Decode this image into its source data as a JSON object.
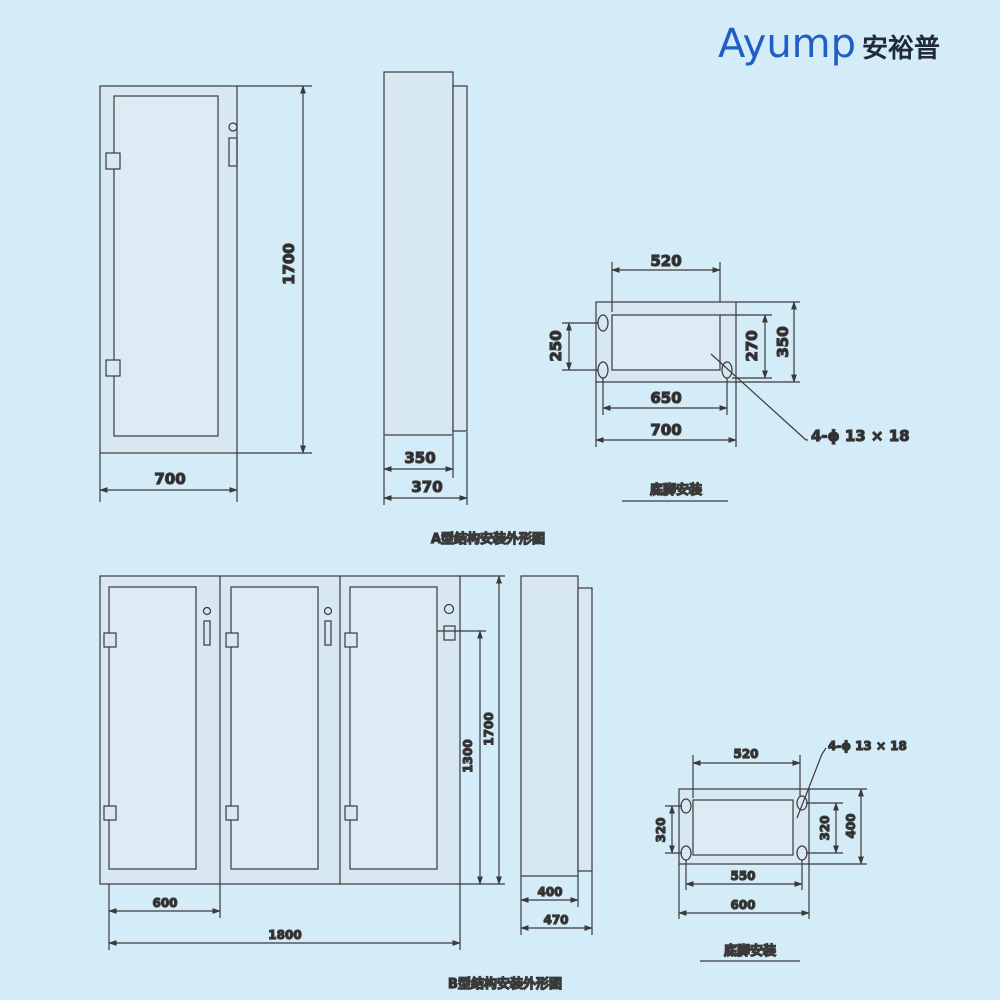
{
  "brand": {
    "latin": "Ayump",
    "cjk": "安裕普"
  },
  "colors": {
    "background": "#d4ecf8",
    "line": "#3a3a3a",
    "panel": "#d7e8f2",
    "logo_blue": "#1f5fc4"
  },
  "type_a": {
    "caption": "A型结构安装外形图",
    "front": {
      "width_label": "700",
      "height_label": "1700"
    },
    "side": {
      "depth_inner_label": "350",
      "depth_outer_label": "370"
    },
    "base": {
      "caption": "底脚安装",
      "top_width": "520",
      "left_height": "250",
      "inner_height": "270",
      "outer_height": "350",
      "bottom_inner_width": "650",
      "bottom_outer_width": "700",
      "hole_note": "4-ϕ 13 × 18"
    }
  },
  "type_b": {
    "caption": "B型结构安装外形图",
    "front": {
      "unit_width_label": "600",
      "total_width_label": "1800",
      "inner_height_label": "1300",
      "height_label": "1700"
    },
    "side": {
      "depth_inner_label": "400",
      "depth_outer_label": "470"
    },
    "base": {
      "caption": "底脚安装",
      "top_width": "520",
      "left_height": "320",
      "inner_height": "320",
      "outer_height": "400",
      "bottom_inner_width": "550",
      "bottom_outer_width": "600",
      "hole_note": "4-ϕ 13 × 18"
    }
  }
}
